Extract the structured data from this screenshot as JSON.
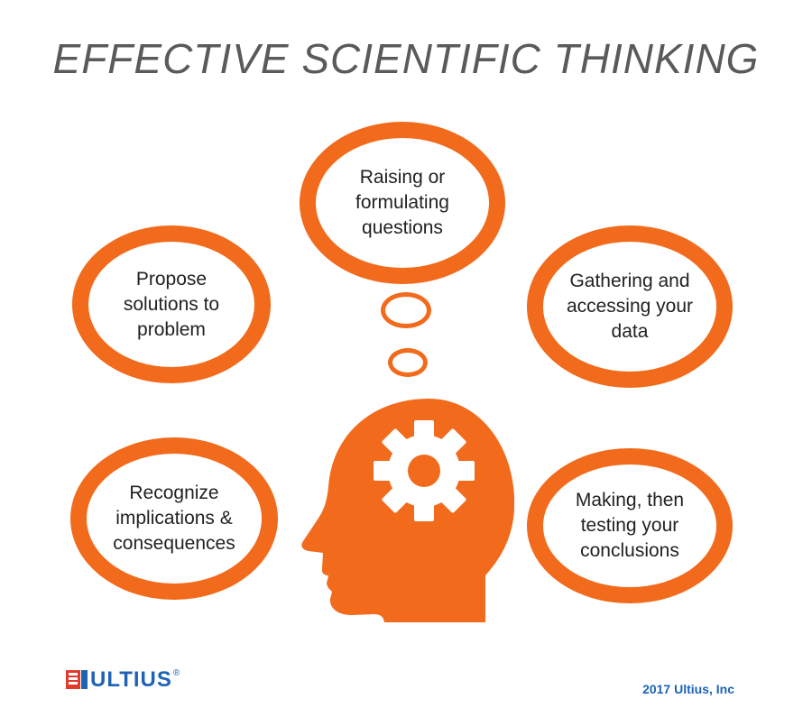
{
  "title": "EFFECTIVE SCIENTIFIC THINKING",
  "colors": {
    "accent": "#f26a1b",
    "title": "#5a5a5a",
    "text": "#222222",
    "brand": "#1e63b4"
  },
  "nodes": {
    "top": "Raising or\nformulating\nquestions",
    "upper_left": "Propose\nsolutions to\nproblem",
    "upper_right": "Gathering and\naccessing your\ndata",
    "lower_left": "Recognize\nimplications &\nconsequences",
    "lower_right": "Making, then\ntesting your\nconclusions"
  },
  "icons": {
    "center": "head-with-gear-icon",
    "logo": "ultius-logo-icon"
  },
  "footer": {
    "brand": "ULTIUS",
    "registered": "®",
    "copyright": "2017 Ultius, Inc"
  }
}
